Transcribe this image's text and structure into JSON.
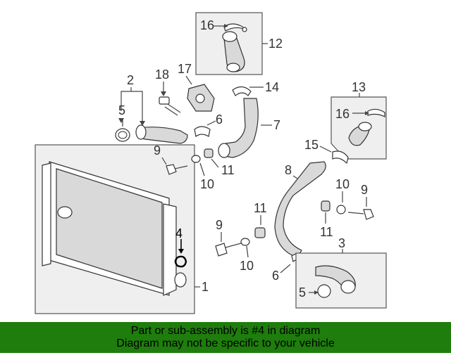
{
  "callouts": {
    "c1": "1",
    "c2": "2",
    "c3": "3",
    "c4": "4",
    "c5a": "5",
    "c5b": "5",
    "c6a": "6",
    "c6b": "6",
    "c7": "7",
    "c8": "8",
    "c9a": "9",
    "c9b": "9",
    "c9c": "9",
    "c10a": "10",
    "c10b": "10",
    "c10c": "10",
    "c11a": "11",
    "c11b": "11",
    "c11c": "11",
    "c12": "12",
    "c13": "13",
    "c14": "14",
    "c15": "15",
    "c16a": "16",
    "c16b": "16",
    "c17": "17",
    "c18": "18"
  },
  "banner": {
    "line1": "Part or sub-assembly is #4 in diagram",
    "line2": "Diagram may not be specific to your vehicle"
  },
  "colors": {
    "banner_bg": "#1e7d0c",
    "highlight": "#000000"
  }
}
